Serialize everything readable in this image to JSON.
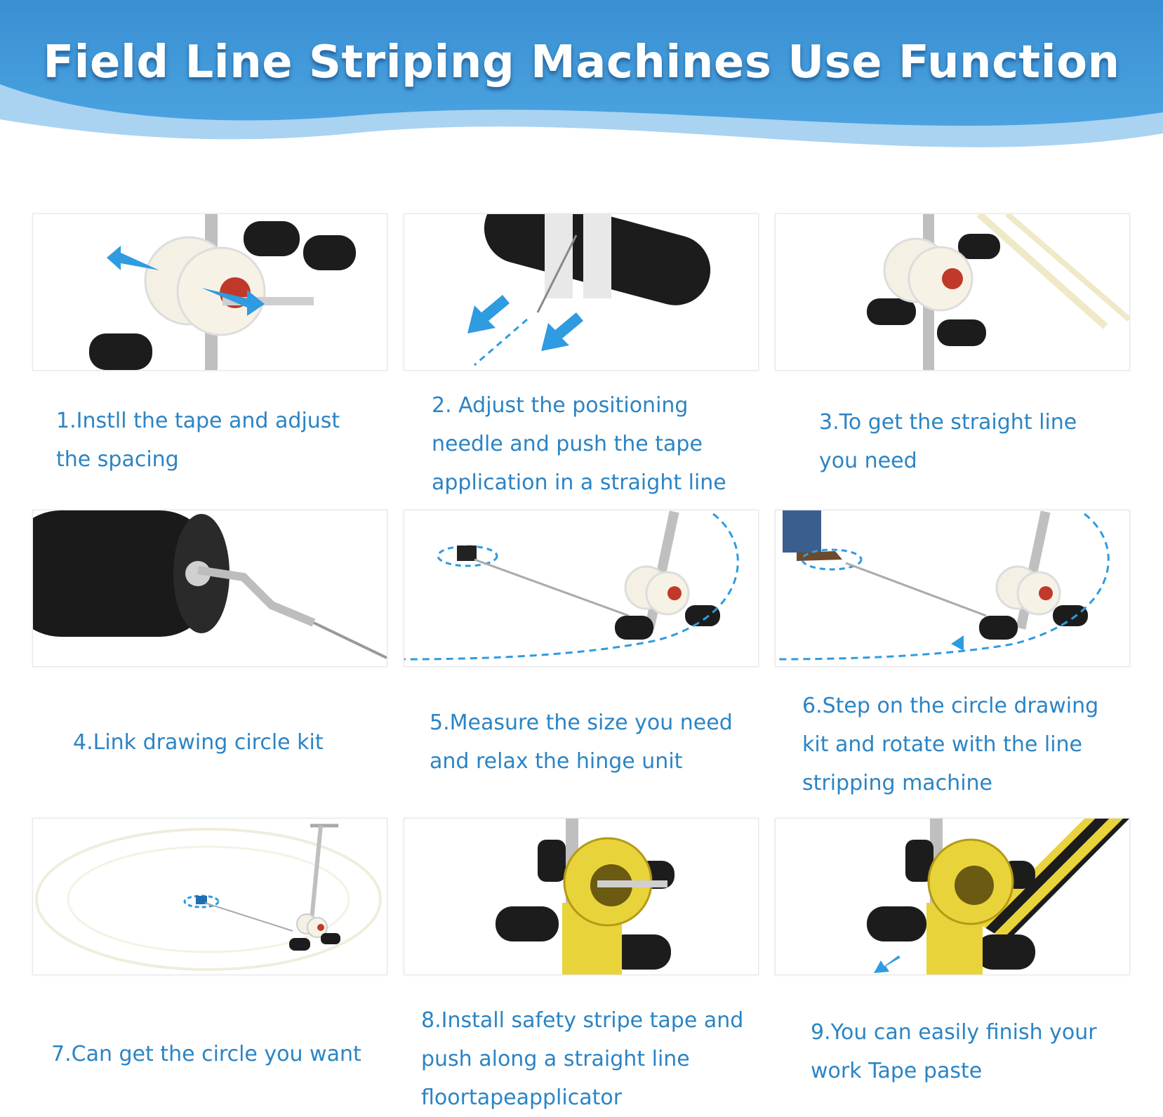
{
  "header": {
    "title": "Field Line Striping Machines Use Function"
  },
  "steps": [
    {
      "caption_lines": [
        "1.Instll the tape and adjust",
        "the spacing"
      ]
    },
    {
      "caption_lines": [
        "2. Adjust the positioning",
        "needle and push the tape",
        "application in a straight line"
      ]
    },
    {
      "caption_lines": [
        "3.To get the straight line",
        "you need"
      ]
    },
    {
      "caption_lines": [
        "4.Link drawing circle kit"
      ]
    },
    {
      "caption_lines": [
        "5.Measure the size you need",
        "and relax the hinge unit"
      ]
    },
    {
      "caption_lines": [
        "6.Step on the circle drawing",
        "kit and rotate with the line",
        "stripping machine"
      ]
    },
    {
      "caption_lines": [
        "7.Can get the circle you want"
      ]
    },
    {
      "caption_lines": [
        "8.Install safety stripe tape and",
        "push along a straight line",
        "floortapeapplicator"
      ]
    },
    {
      "caption_lines": [
        "9.You can easily finish your",
        "work Tape paste"
      ]
    }
  ],
  "colors": {
    "banner": "#3f97d6",
    "caption": "#2b84c4",
    "arrow": "#2f9be0",
    "tape_yellow": "#e9d33a"
  }
}
